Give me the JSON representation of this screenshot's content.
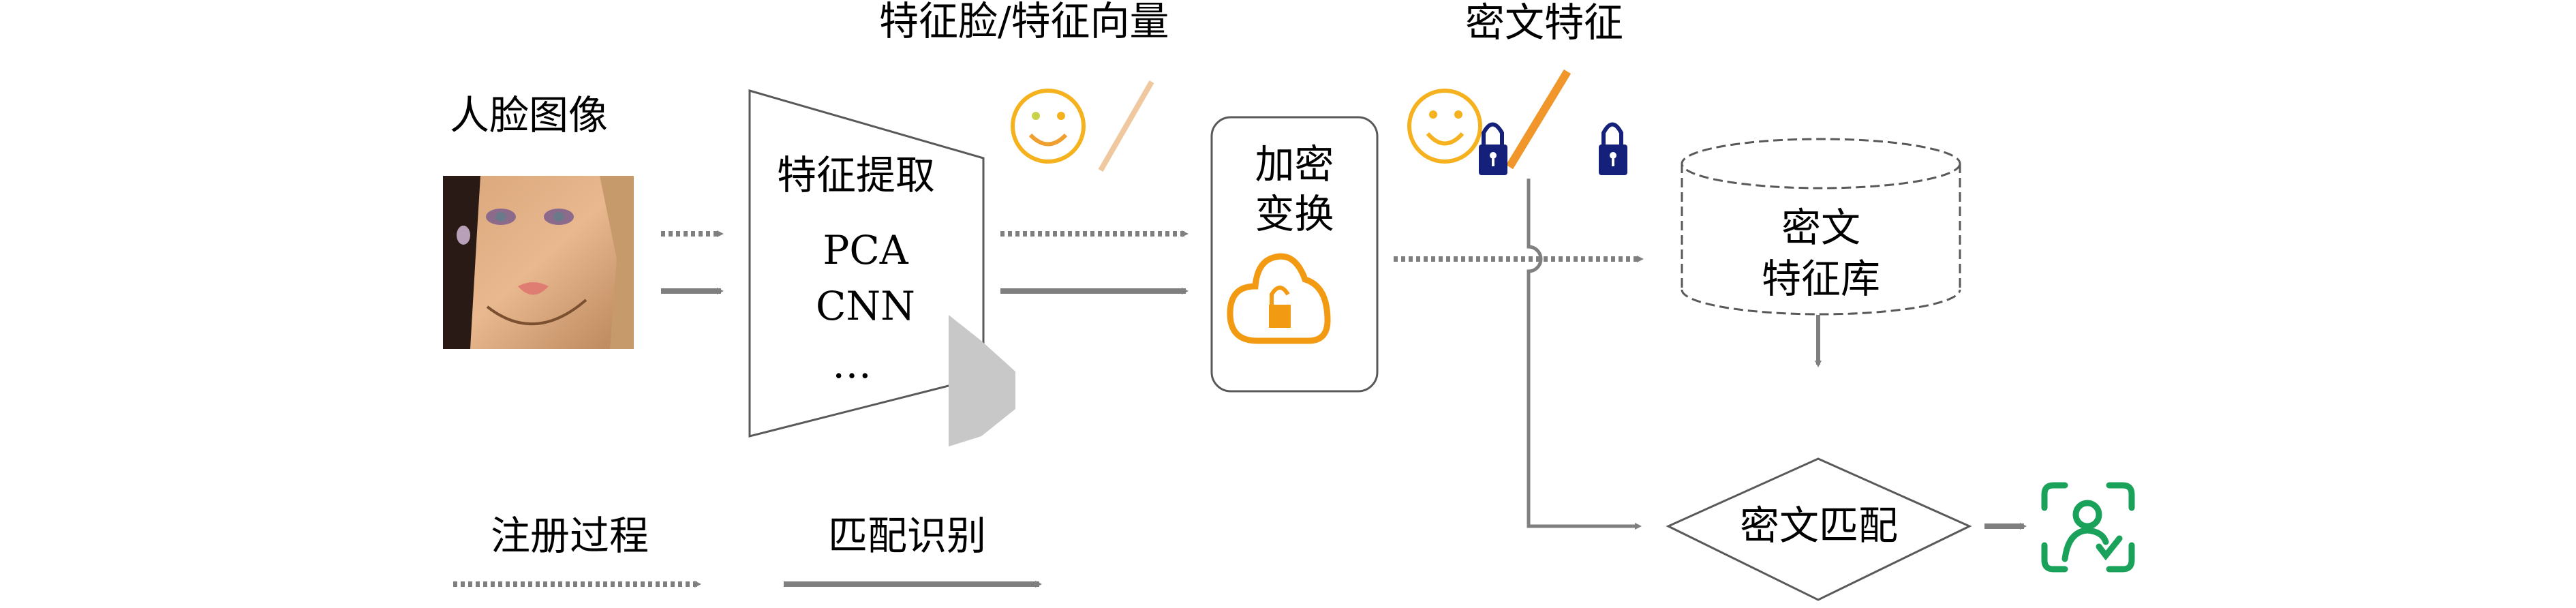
{
  "labels": {
    "face_image": "人脸图像",
    "feature_face_vector": "特征脸/特征向量",
    "cipher_feature": "密文特征",
    "feature_extraction": "特征提取",
    "methods": [
      "PCA",
      "CNN",
      "…"
    ],
    "encrypt_line1": "加密",
    "encrypt_line2": "变换",
    "db_line1": "密文",
    "db_line2": "特征库",
    "cipher_match": "密文匹配",
    "legend_register": "注册过程",
    "legend_match": "匹配识别"
  },
  "colors": {
    "arrow": "#7f7f7f",
    "outline": "#595959",
    "smiley": "#f5b21e",
    "vector_line": "#f0c8a0",
    "vector_line_encrypted": "#f0962a",
    "lock": "#14207a",
    "cloud_lock": "#f29b12",
    "result_icon": "#1aa15a",
    "gray_block": "#c8c8c8"
  },
  "icons": {
    "face_photo": "face-photo",
    "smiley": "smiley-icon",
    "lock": "padlock-icon",
    "cloud": "cloud-unlock-icon",
    "result": "face-verified-icon"
  }
}
